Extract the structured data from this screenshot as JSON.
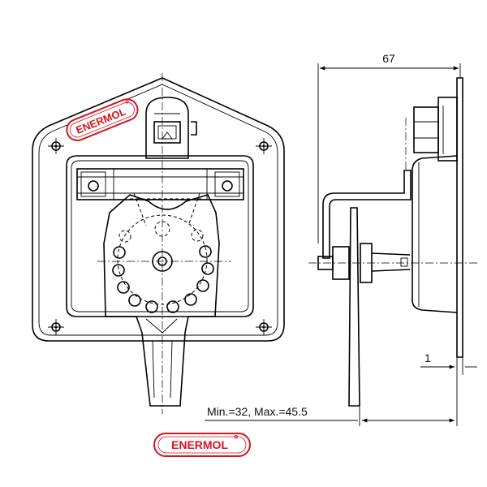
{
  "logo_top": {
    "text": "ENERMOL",
    "mark": "°"
  },
  "logo_bottom": {
    "text": "ENERMOL",
    "mark": "°"
  },
  "dimensions": {
    "depth": "67",
    "thickness": "1",
    "range": "Min.=32, Max.=45.5"
  },
  "colors": {
    "brand": "#d8141e",
    "line": "#000000"
  }
}
